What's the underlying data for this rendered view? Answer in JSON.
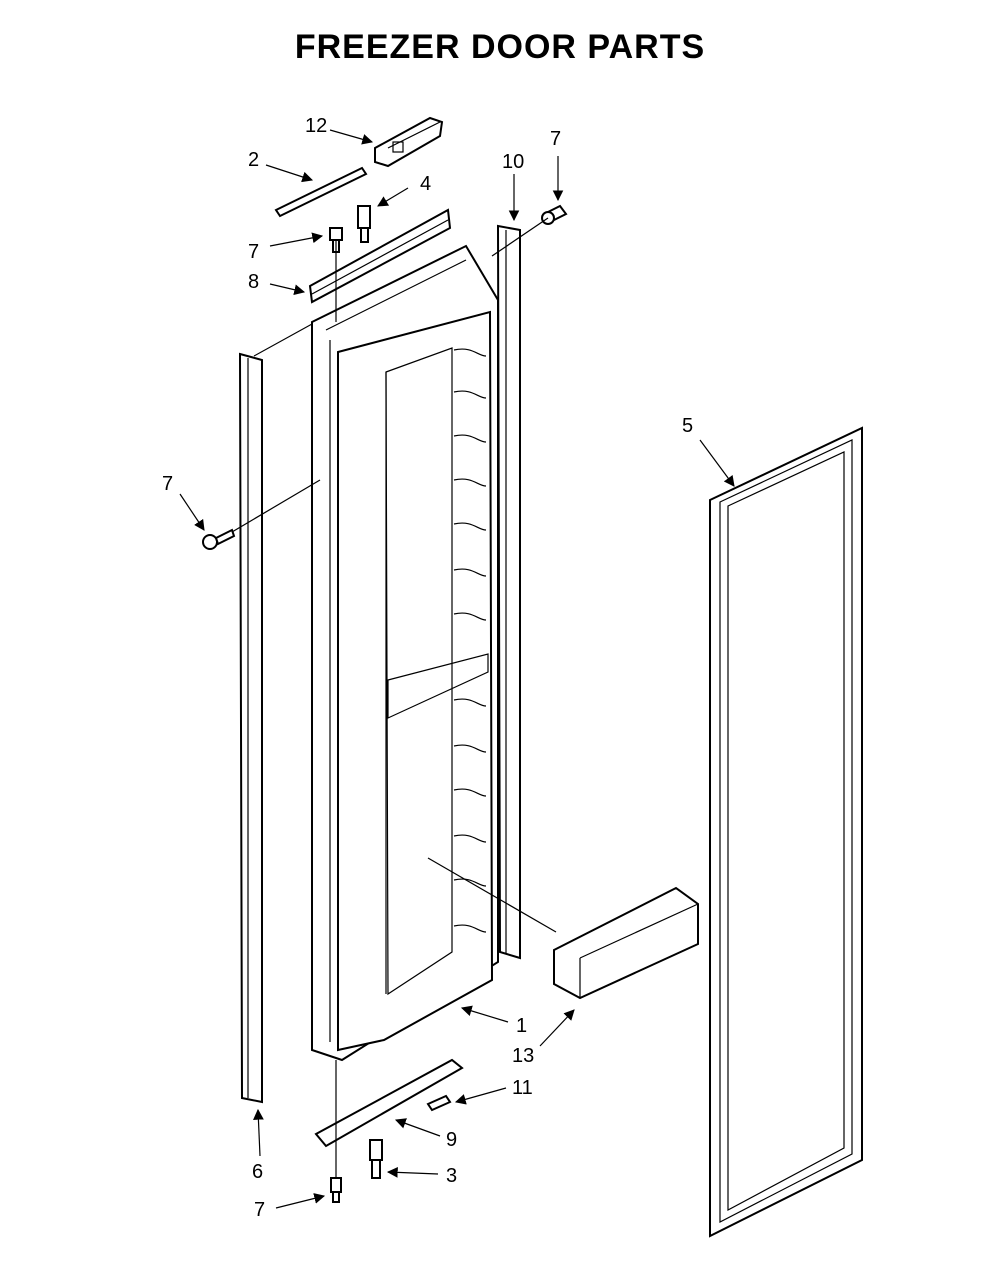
{
  "title": "FREEZER DOOR PARTS",
  "callouts": {
    "c12": "12",
    "c2": "2",
    "c4": "4",
    "c7_top_left": "7",
    "c8": "8",
    "c10": "10",
    "c7_top_right": "7",
    "c5": "5",
    "c7_left": "7",
    "c1": "1",
    "c13": "13",
    "c11": "11",
    "c9": "9",
    "c6": "6",
    "c3": "3",
    "c7_bottom": "7"
  }
}
